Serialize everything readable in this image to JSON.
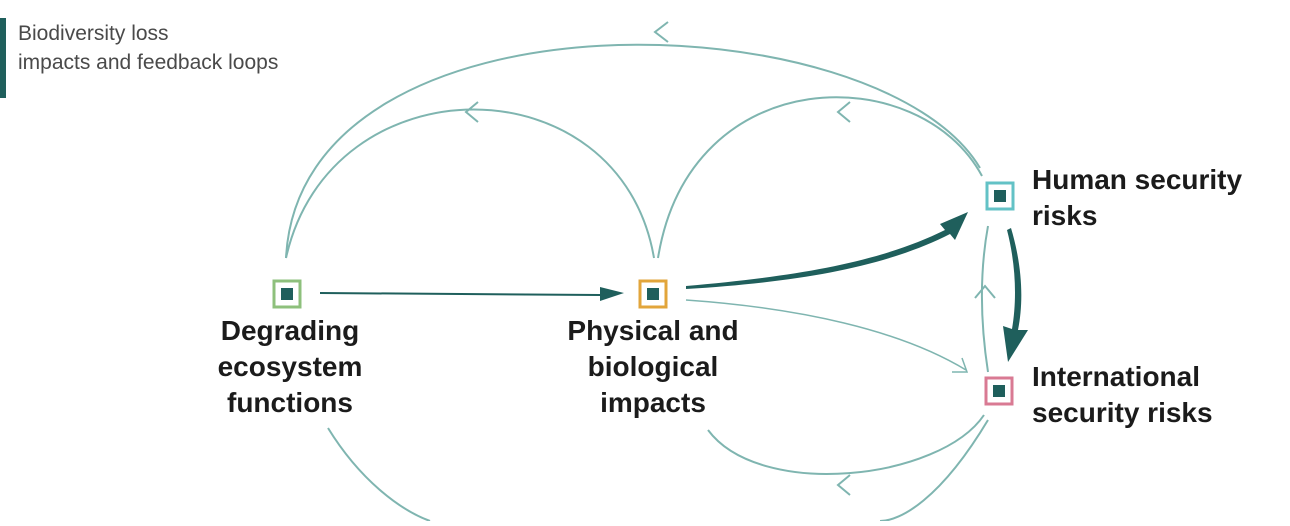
{
  "title": {
    "line1": "Biodiversity loss",
    "line2": "impacts and feedback loops"
  },
  "colors": {
    "accent": "#1f5f5c",
    "connector": "#7fb5b0",
    "node_fill": "#1f5f5c",
    "green_border": "#8ec07c",
    "orange_border": "#e2a53b",
    "cyan_border": "#63c2c6",
    "pink_border": "#d97a93"
  },
  "nodes": {
    "degrading": {
      "lines": [
        "Degrading",
        "ecosystem",
        "functions"
      ],
      "border_color": "#8ec07c"
    },
    "physical": {
      "lines": [
        "Physical and",
        "biological",
        "impacts"
      ],
      "border_color": "#e2a53b"
    },
    "human": {
      "lines": [
        "Human security",
        "risks"
      ],
      "border_color": "#63c2c6"
    },
    "international": {
      "lines": [
        "International",
        "security risks"
      ],
      "border_color": "#d97a93"
    }
  }
}
